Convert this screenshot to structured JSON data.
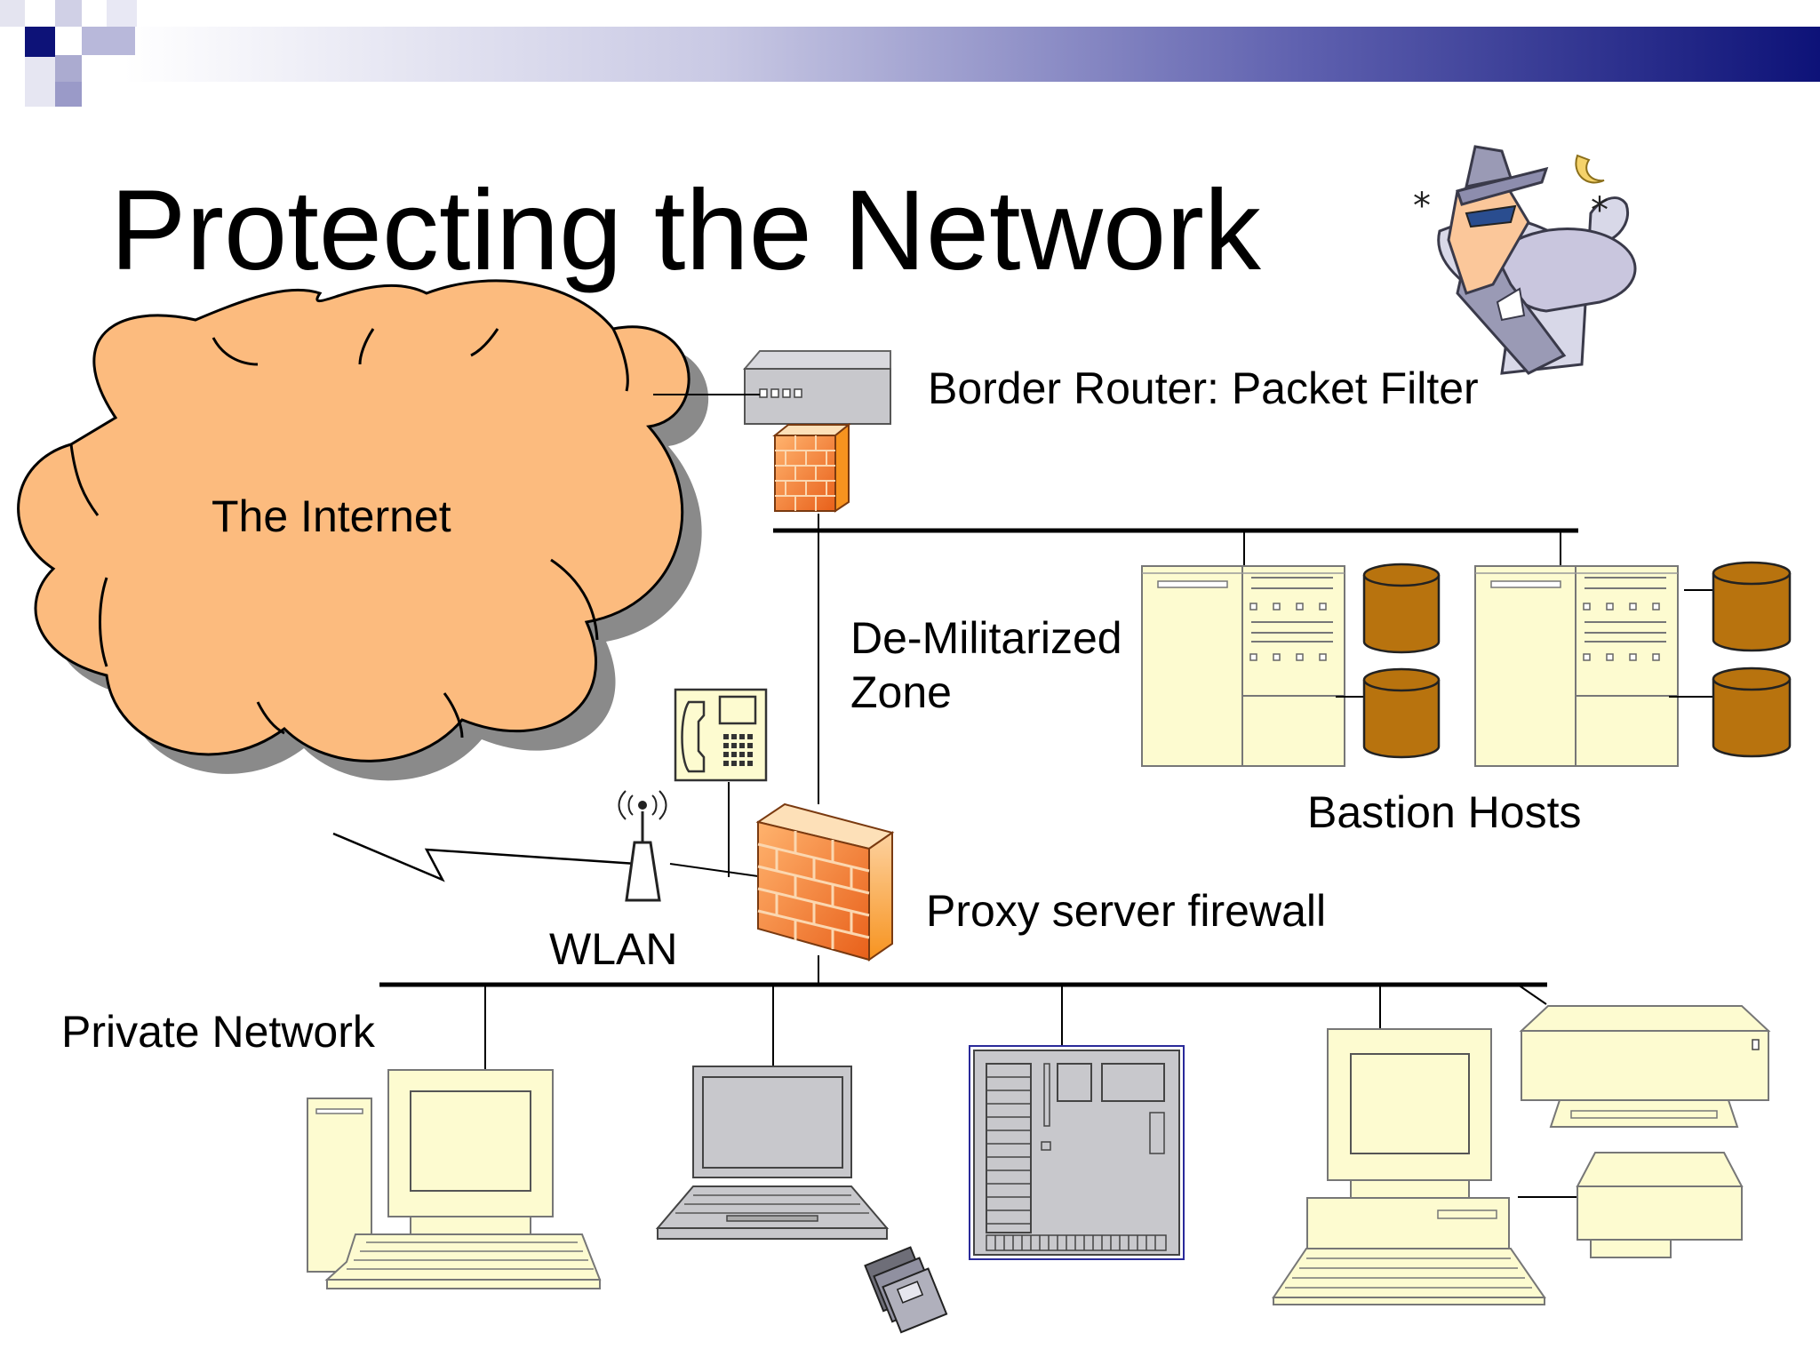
{
  "slide": {
    "title": "Protecting the Network"
  },
  "labels": {
    "internet": "The Internet",
    "border_router": "Border Router: Packet Filter",
    "dmz_line1": "De-Militarized",
    "dmz_line2": "Zone",
    "bastion_hosts": "Bastion Hosts",
    "proxy_firewall": "Proxy server firewall",
    "wlan": "WLAN",
    "private_network": "Private Network"
  },
  "colors": {
    "header_gradient_start": "#ffffff",
    "header_gradient_end": "#0d1278",
    "cloud_fill": "#fcbb7e",
    "cloud_shadow": "#8a8a8a",
    "firewall_orange": "#f27a22",
    "device_cream": "#fdfbd0",
    "database_brown": "#b8730e",
    "device_gray": "#c8c8cc"
  },
  "icons": [
    "router-icon",
    "firewall-icon",
    "database-icon",
    "server-rack-icon",
    "phone-icon",
    "wireless-antenna-icon",
    "desktop-computer-icon",
    "laptop-icon",
    "motherboard-icon",
    "printer-icon",
    "floppy-disks-icon",
    "hacker-clipart-icon"
  ]
}
